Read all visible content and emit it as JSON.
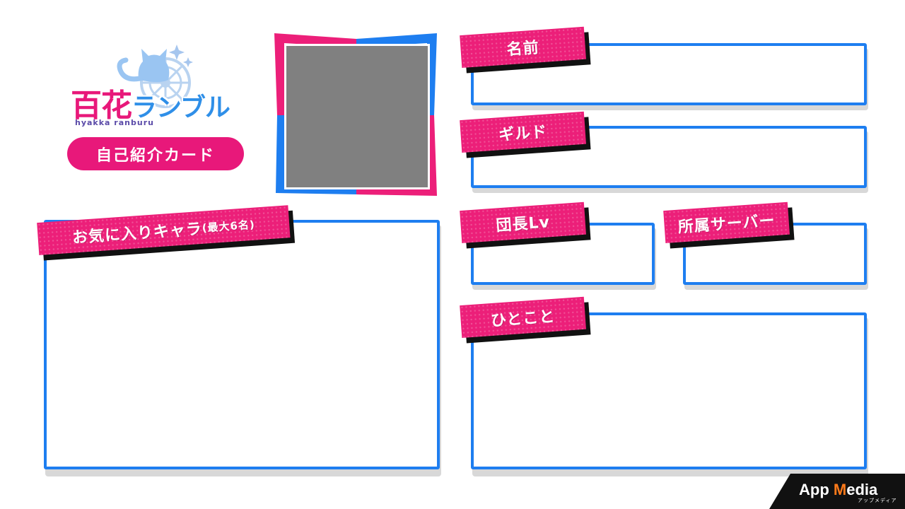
{
  "logo": {
    "title_main": "百花",
    "title_accent": "ランブル",
    "subtitle": "hyakka ranburu",
    "icon": "cat-compass-icon"
  },
  "card_title": "自己紹介カード",
  "fields": {
    "name": "名前",
    "guild": "ギルド",
    "level": "団長Lv",
    "server": "所属サーバー",
    "comment": "ひとこと",
    "favorites": "お気に入りキャラ",
    "favorites_note": "(最大6名)"
  },
  "branding": {
    "app": "App",
    "media_m": "M",
    "media_rest": "edia",
    "kana": "アップメディア"
  },
  "colors": {
    "pink": "#ec1f79",
    "blue": "#1e7ef0",
    "photo_gray": "#808080"
  }
}
